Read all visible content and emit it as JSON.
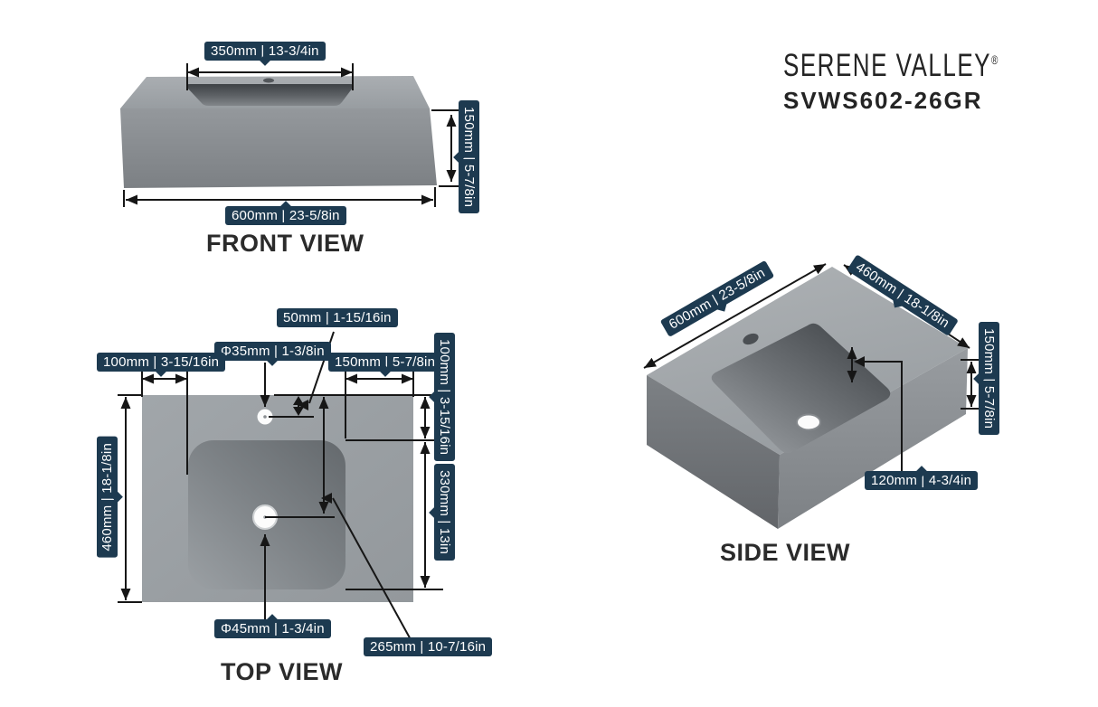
{
  "brand": {
    "name": "SERENE VALLEY",
    "registered_mark": "®",
    "model": "SVWS602-26GR"
  },
  "views": {
    "front": {
      "title": "FRONT VIEW",
      "dims": {
        "basin_width": "350mm | 13-3/4in",
        "height": "150mm | 5-7/8in",
        "total_width": "600mm | 23-5/8in"
      }
    },
    "top": {
      "title": "TOP VIEW",
      "dims": {
        "faucet_from_back": "50mm | 1-15/16in",
        "faucet_hole_diameter": "Φ35mm | 1-3/8in",
        "left_margin": "100mm | 3-15/16in",
        "right_margin": "150mm | 5-7/8in",
        "back_margin": "100mm | 3-15/16in",
        "total_depth": "460mm | 18-1/8in",
        "basin_length": "330mm | 13in",
        "drain_diameter": "Φ45mm | 1-3/4in",
        "drain_from_back": "265mm | 10-7/16in"
      }
    },
    "side": {
      "title": "SIDE VIEW",
      "dims": {
        "total_width": "600mm | 23-5/8in",
        "total_depth": "460mm | 18-1/8in",
        "height": "150mm | 5-7/8in",
        "basin_depth": "120mm | 4-3/4in"
      }
    }
  },
  "colors": {
    "background": "#ffffff",
    "dimension_label_bg": "#1d3a50",
    "dimension_label_text": "#ffffff",
    "dimension_line": "#161616",
    "title_text": "#2b2b2b",
    "sink_gray_light": "#a8acb0",
    "sink_gray_mid": "#8d9195",
    "sink_gray_dark": "#54585c"
  }
}
